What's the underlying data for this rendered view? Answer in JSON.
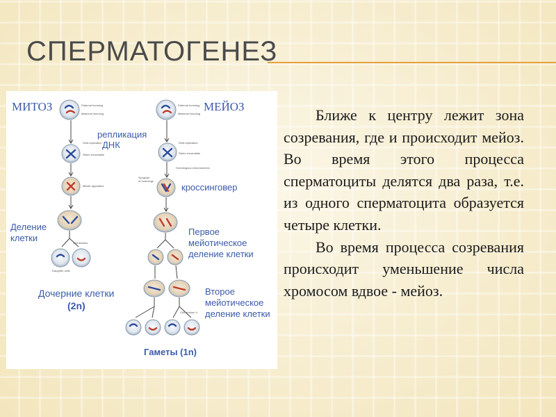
{
  "slide": {
    "title": "СПЕРМАТОГЕНЕЗ",
    "accent_color": "#e3a13a",
    "paragraphs": [
      "Ближе к центру лежит зона созревания, где и происходит мейоз. Во время этого процесса сперматоциты делятся два раза, т.е. из одного сперматоцита образуется четыре клетки.",
      "Во время процесса созревания происходит уменьшение числа хромосом вдвое - мейоз."
    ]
  },
  "diagram": {
    "left_heading": "МИТОЗ",
    "right_heading": "МЕЙОЗ",
    "replication_label": [
      "репликация",
      "ДНК"
    ],
    "crossover_label": "кроссинговер",
    "cell_division_label": [
      "Деление",
      "клетки"
    ],
    "first_division_label": [
      "Первое",
      "мейотическое",
      "деление клетки"
    ],
    "daughter_cells_label": [
      "Дочерние клетки",
      "(2n)"
    ],
    "second_division_label": [
      "Второе",
      "мейотическое",
      "деление клетки"
    ],
    "gametes_label": "Гаметы (1n)",
    "cell_colors": {
      "outer": "#cdd7e2",
      "inner": "#f2f5f8",
      "paternal": "#2b4a9a",
      "maternal": "#c03a2a",
      "mitotic_inner": "#e9dcc8"
    }
  }
}
